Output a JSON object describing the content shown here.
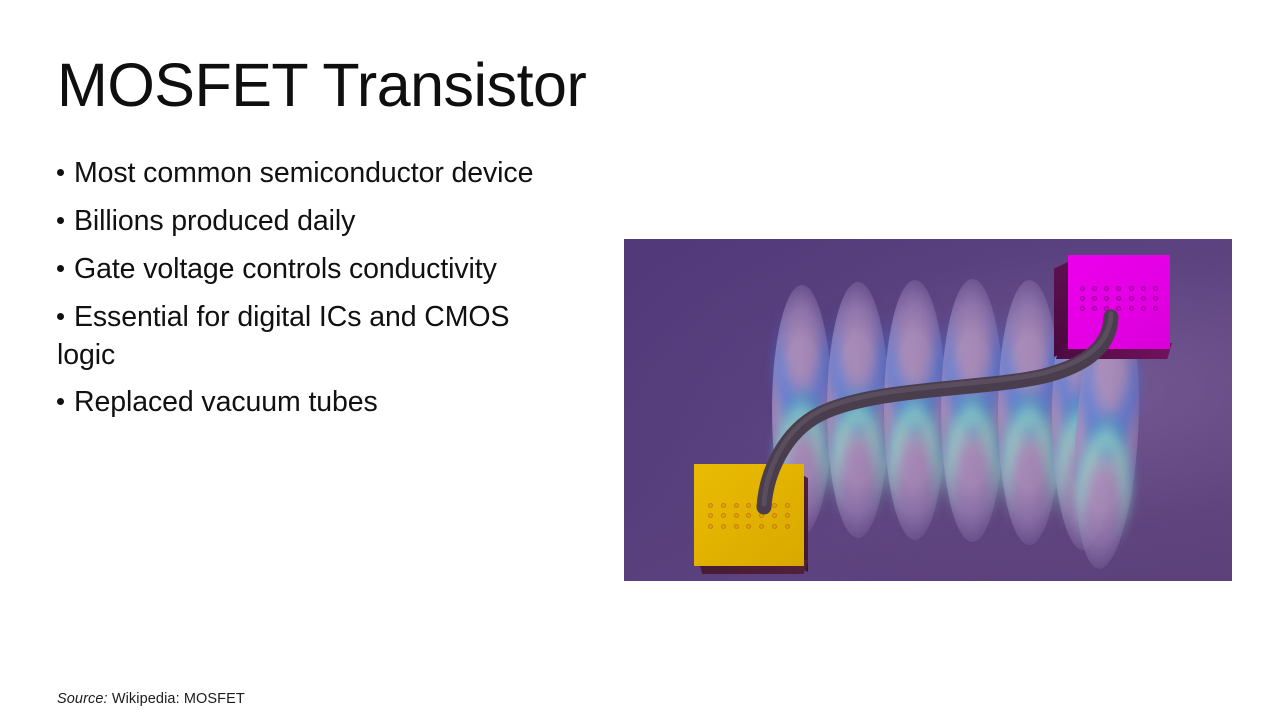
{
  "slide": {
    "title": "MOSFET Transistor",
    "background_color": "#ffffff",
    "text_color": "#111111"
  },
  "bullets": [
    {
      "marker": "•",
      "text": "Most common semiconductor device"
    },
    {
      "marker": "•",
      "text": "Billions produced daily"
    },
    {
      "marker": "•",
      "text": "Gate voltage controls conductivity"
    },
    {
      "marker": "•",
      "text": "Essential for digital ICs and CMOS logic"
    },
    {
      "marker": "•",
      "text": "Replaced vacuum tubes"
    }
  ],
  "source": {
    "label": "Source:",
    "value": "Wikipedia: MOSFET"
  },
  "figure": {
    "name": "mosfet-illustration",
    "background_gradient_from": "#51397a",
    "background_gradient_to": "#5a3f78",
    "elements": {
      "coil": {
        "name": "helical-coil",
        "capsule_count": 7,
        "body_color": "#b092bd",
        "top_rim_color": "#3c74de",
        "bottom_rim_color": "#8cdec6"
      },
      "gate_block": {
        "name": "magenta-gate-block",
        "face_color": "#e300e3",
        "side_color": "#5d0f4a",
        "dot_rows": 3,
        "dot_cols": 7
      },
      "drain_block": {
        "name": "yellow-drain-block",
        "face_color": "#e3b400",
        "side_color": "#4a1a2e",
        "dot_rows": 3,
        "dot_cols": 7
      },
      "cable": {
        "name": "connecting-cable",
        "color": "#4a3d4d"
      }
    }
  }
}
